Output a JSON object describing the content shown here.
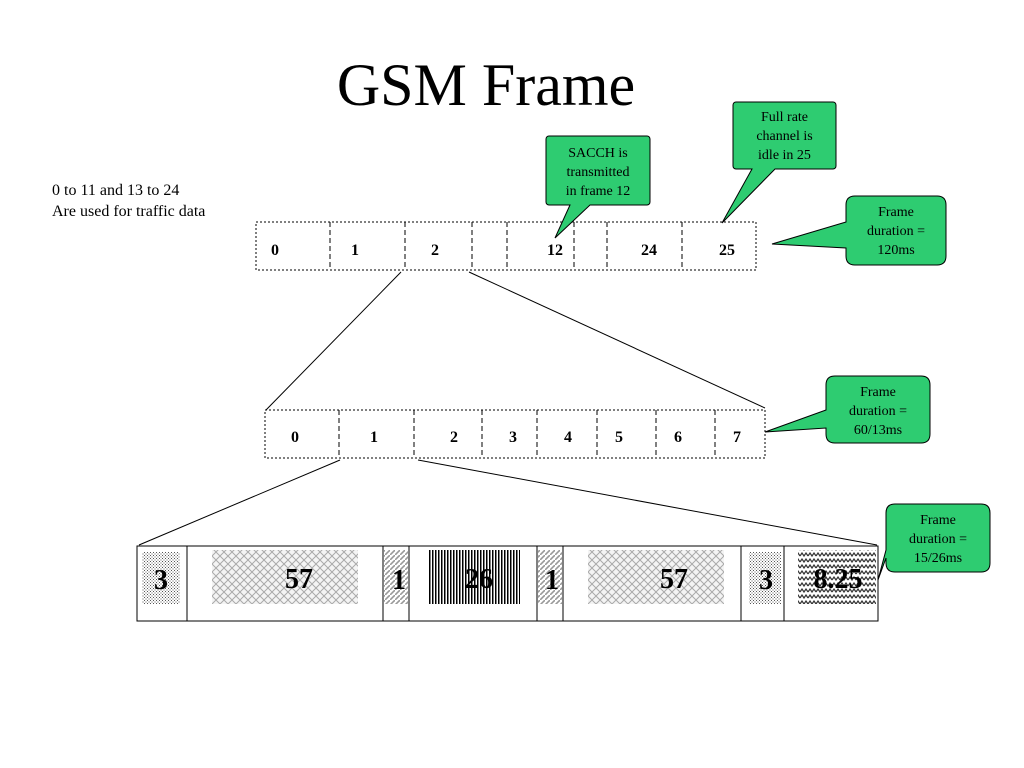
{
  "title": "GSM Frame",
  "traffic_note": [
    "0 to 11 and 13 to 24",
    "Are used for traffic data"
  ],
  "callouts": {
    "sacch": [
      "SACCH is",
      "transmitted",
      "in frame 12"
    ],
    "idle": [
      "Full rate",
      "channel is",
      "idle in 25"
    ],
    "multiframe_duration": [
      "Frame",
      "duration =",
      "120ms"
    ],
    "frame_duration": [
      "Frame",
      "duration =",
      "60/13ms"
    ],
    "slot_duration": [
      "Frame",
      "duration =",
      "15/26ms"
    ]
  },
  "multiframe_labels": [
    "0",
    "1",
    "2",
    "12",
    "24",
    "25"
  ],
  "frame_labels": [
    "0",
    "1",
    "2",
    "3",
    "4",
    "5",
    "6",
    "7"
  ],
  "burst_labels": [
    "3",
    "57",
    "1",
    "26",
    "1",
    "57",
    "3",
    "8.25"
  ],
  "colors": {
    "callout_fill": "#2ecc71",
    "callout_stroke": "#000000"
  }
}
